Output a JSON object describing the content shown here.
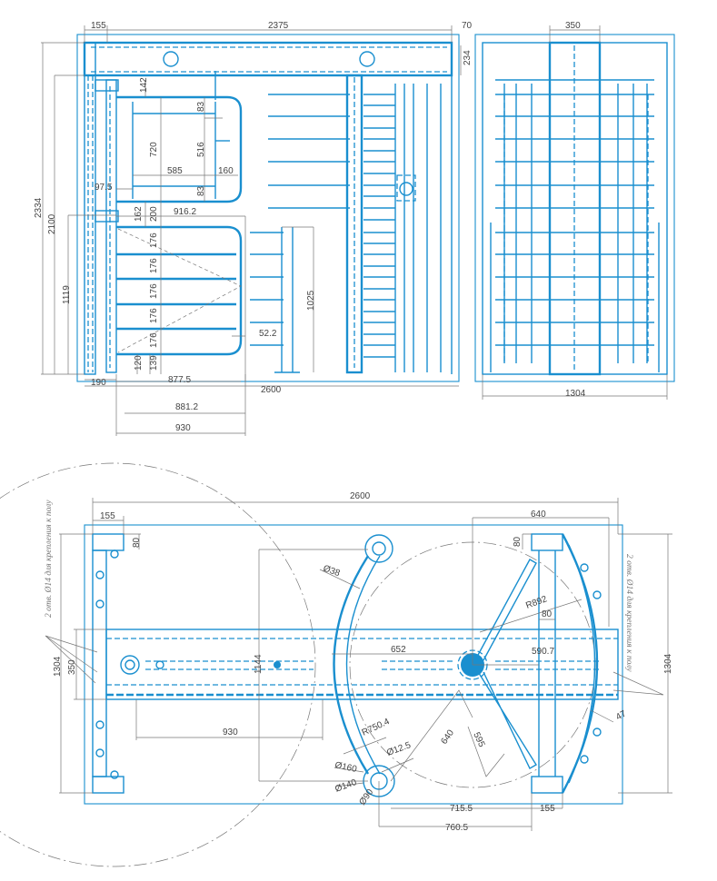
{
  "front_view": {
    "dims": {
      "w155": "155",
      "w2375": "2375",
      "w70": "70",
      "h234": "234",
      "h2334": "2334",
      "h2100": "2100",
      "h1119": "1119",
      "h142": "142",
      "h83a": "83",
      "h720": "720",
      "h516": "516",
      "w585": "585",
      "w160": "160",
      "h83b": "83",
      "w97_5": "97.5",
      "h162": "162",
      "h200": "200",
      "w916_2": "916.2",
      "h176a": "176",
      "h176b": "176",
      "h176c": "176",
      "h176d": "176",
      "h176e": "176",
      "h1025": "1025",
      "w52_2": "52.2",
      "h120": "120",
      "h139": "139",
      "w190": "190",
      "w877_5": "877.5",
      "w2600": "2600",
      "w881_2": "881.2",
      "w930": "930"
    }
  },
  "side_view": {
    "dims": {
      "w350": "350",
      "w1304": "1304"
    }
  },
  "plan_view": {
    "dims": {
      "w2600": "2600",
      "w155": "155",
      "h80a": "80",
      "h1304l": "1304",
      "h350": "350",
      "d38": "Ø38",
      "h1144": "1144",
      "w652": "652",
      "w930": "930",
      "r750_4": "R750.4",
      "d12_5": "Ø12.5",
      "d160": "Ø160",
      "d140": "Ø140",
      "d90": "Ø90",
      "w640t": "640",
      "h80b": "80",
      "r892": "R892",
      "w80": "80",
      "w590_7": "590.7",
      "l640": "640",
      "l595": "595",
      "w47": "47",
      "w715_5": "715.5",
      "w155b": "155",
      "w760_5": "760.5",
      "h1304r": "1304"
    },
    "notes": {
      "left": "2 отв. Ø14 для крепления к полу",
      "right": "2 отв. Ø14 для крепления к полу"
    }
  }
}
